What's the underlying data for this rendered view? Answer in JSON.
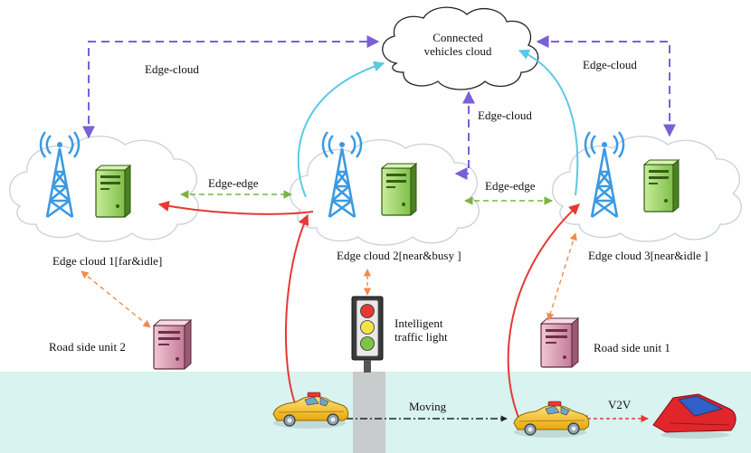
{
  "cloud": {
    "line1": "Connected",
    "line2": "vehicles cloud"
  },
  "links": {
    "edge_cloud_left": "Edge-cloud",
    "edge_cloud_right": "Edge-cloud",
    "edge_cloud_center": "Edge-cloud",
    "edge_edge_left": "Edge-edge",
    "edge_edge_right": "Edge-edge"
  },
  "edge_clouds": [
    {
      "label": "Edge  cloud  1[far&idle]"
    },
    {
      "label": "Edge  cloud  2[near&busy ]"
    },
    {
      "label": "Edge  cloud  3[near&idle ]"
    }
  ],
  "rsu": {
    "left": "Road side unit 2",
    "right": "Road side unit 1"
  },
  "traffic_light": {
    "line1": "Intelligent",
    "line2": "traffic light"
  },
  "road": {
    "moving": "Moving",
    "v2v": "V2V"
  },
  "colors": {
    "edge_cloud_link": "#7a5fd6",
    "edge_edge_link": "#7cb342",
    "rsu_link": "#f08a4b",
    "uplink_cyan": "#5bc8e6",
    "vehicle_red": "#e53935",
    "road": "#d8f3f0",
    "tower": "#3b9ae1",
    "server_green": "#a6d96a",
    "server_pink": "#d9a1b3"
  },
  "icons": [
    "cell-tower-icon",
    "server-icon",
    "traffic-light-icon",
    "car-icon"
  ]
}
